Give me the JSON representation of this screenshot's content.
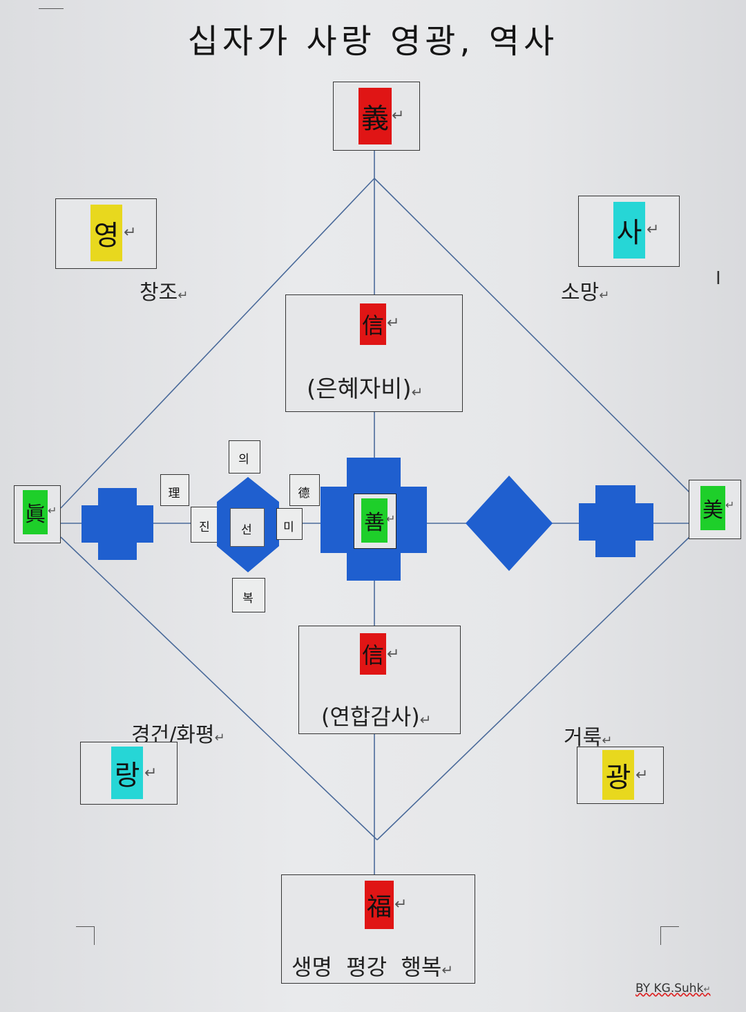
{
  "title": "십자가 사랑 영광, 역사",
  "return_mark": "↵",
  "colors": {
    "red": "#e01515",
    "yellow": "#e8d81e",
    "cyan": "#26d6d6",
    "green": "#1ecf2a",
    "blue": "#1f5fcf"
  },
  "top_node": {
    "char": "義"
  },
  "corners": {
    "top_left": {
      "char": "영",
      "caption": "창조"
    },
    "top_right": {
      "char": "사",
      "caption": "소망"
    },
    "bottom_left": {
      "char": "랑",
      "caption": "경건/화평"
    },
    "bottom_right": {
      "char": "광",
      "caption": "거룩"
    }
  },
  "upper_center": {
    "char": "信",
    "caption": "(은혜자비)"
  },
  "lower_center": {
    "char": "信",
    "caption": "(연합감사)"
  },
  "left_node": {
    "char": "眞"
  },
  "right_node": {
    "char": "美"
  },
  "center_node": {
    "char": "善"
  },
  "small_boxes": {
    "ui": "의",
    "li": "理",
    "jin": "진",
    "seon": "선",
    "mi": "미",
    "deok": "德",
    "bok": "복"
  },
  "bottom_node": {
    "char": "福",
    "caption": "생명  평강  행복"
  },
  "signature": "BY   KG.Suhk"
}
